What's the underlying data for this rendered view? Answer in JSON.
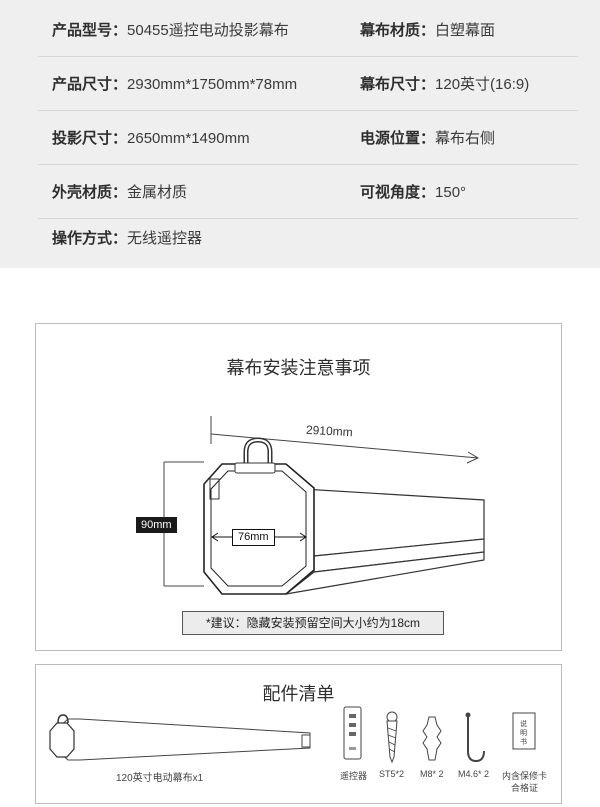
{
  "specs": {
    "rows": [
      {
        "left": {
          "label": "产品型号：",
          "value": "50455遥控电动投影幕布"
        },
        "right": {
          "label": "幕布材质：",
          "value": "白塑幕面"
        }
      },
      {
        "left": {
          "label": "产品尺寸：",
          "value": "2930mm*1750mm*78mm"
        },
        "right": {
          "label": "幕布尺寸：",
          "value": "120英寸(16:9)"
        }
      },
      {
        "left": {
          "label": "投影尺寸：",
          "value": "2650mm*1490mm"
        },
        "right": {
          "label": "电源位置：",
          "value": "幕布右侧"
        }
      },
      {
        "left": {
          "label": "外壳材质：",
          "value": "金属材质"
        },
        "right": {
          "label": "可视角度：",
          "value": "150°"
        }
      },
      {
        "left": {
          "label": "操作方式：",
          "value": "无线遥控器"
        }
      }
    ]
  },
  "installation": {
    "title": "幕布安装注意事项",
    "length": "2910mm",
    "height": "90mm",
    "width": "76mm",
    "note": "*建议：隐藏安装预留空间大小约为18cm"
  },
  "accessories": {
    "title": "配件清单",
    "items": [
      {
        "label": "120英寸电动幕布x1"
      },
      {
        "label": "遥控器"
      },
      {
        "label": "ST5*2"
      },
      {
        "label": "M8* 2"
      },
      {
        "label": "M4.6* 2"
      },
      {
        "label": "内含保修卡"
      },
      {
        "label": "合格证"
      }
    ],
    "manual_text": [
      "说",
      "明",
      "书"
    ]
  }
}
